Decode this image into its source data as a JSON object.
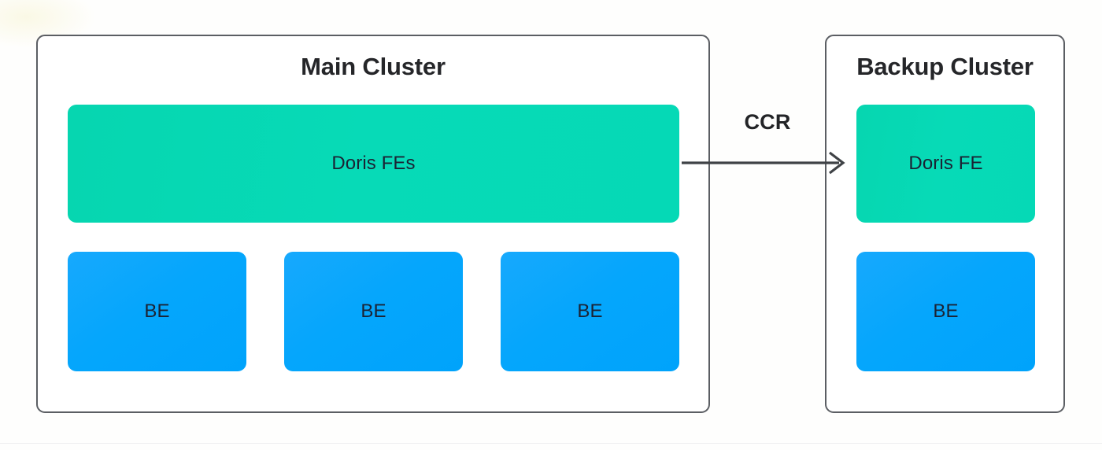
{
  "diagram": {
    "title": "Doris CCR Main Cluster to Backup Cluster replication diagram",
    "background_color": "#fefefd",
    "frame_border_color": "#5b5e63",
    "fe_color": "#07dab7",
    "be_color": "#05a6fc",
    "node_label_color": "#1b2334",
    "title_color": "#252629",
    "connector_color": "#3f4246"
  },
  "main_cluster": {
    "title": "Main Cluster",
    "fe": {
      "label": "Doris FEs",
      "role": "frontend",
      "color": "#07dab7"
    },
    "backends": [
      {
        "label": "BE",
        "role": "backend",
        "color": "#05a6fc"
      },
      {
        "label": "BE",
        "role": "backend",
        "color": "#05a6fc"
      },
      {
        "label": "BE",
        "role": "backend",
        "color": "#05a6fc"
      }
    ],
    "backend_count": 3
  },
  "backup_cluster": {
    "title": "Backup Cluster",
    "fe": {
      "label": "Doris FE",
      "role": "frontend",
      "color": "#07dab7"
    },
    "backends": [
      {
        "label": "BE",
        "role": "backend",
        "color": "#05a6fc"
      }
    ],
    "backend_count": 1
  },
  "connector": {
    "label": "CCR",
    "direction": "main-cluster-to-backup-cluster",
    "style": "solid-arrow",
    "color": "#3f4246"
  }
}
